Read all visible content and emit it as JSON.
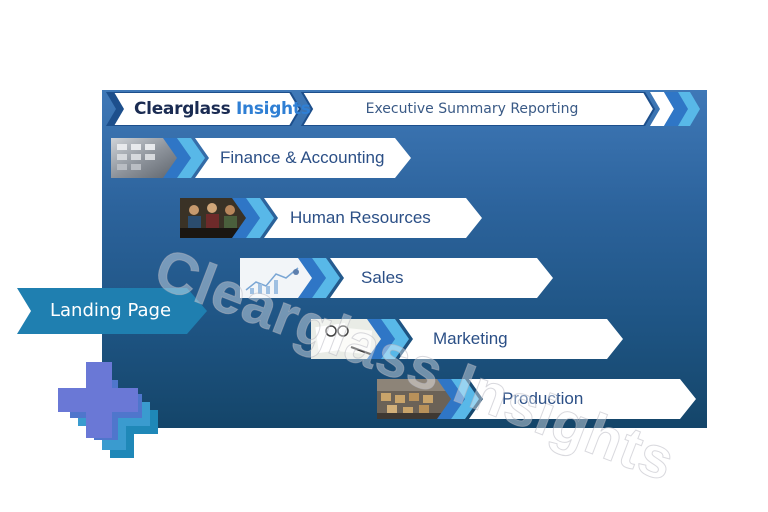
{
  "header": {
    "brand_main": "Clearglass ",
    "brand_accent": "Insights",
    "title": "Executive Summary Reporting"
  },
  "menu": {
    "items": [
      {
        "label": "Finance & Accounting",
        "thumb": "calculator-image"
      },
      {
        "label": "Human Resources",
        "thumb": "people-image"
      },
      {
        "label": "Sales",
        "thumb": "charts-image"
      },
      {
        "label": "Marketing",
        "thumb": "documents-image"
      },
      {
        "label": "Production",
        "thumb": "factory-image"
      }
    ]
  },
  "landing": {
    "label": "Landing Page"
  },
  "watermark": "Clearglass Insights",
  "colors": {
    "panel_top": "#3f78b7",
    "panel_bottom": "#144569",
    "landing_fill": "#1f7fb0",
    "text_blue": "#2b4f86",
    "cross_purple": "#6a78d6",
    "cross_teal": "#1f88b8"
  }
}
